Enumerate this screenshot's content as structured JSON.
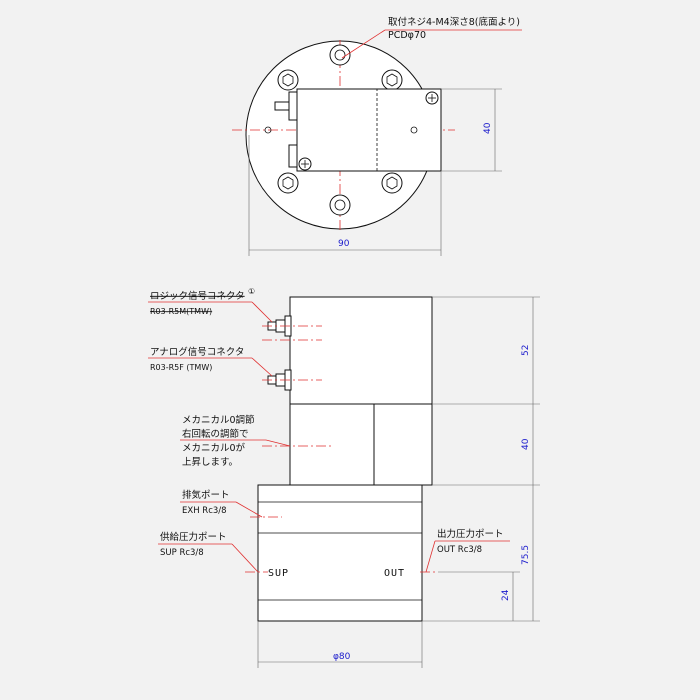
{
  "top_view": {
    "mount_note_line1": "取付ネジ4-M4深さ8(底面より)",
    "mount_note_line2": "PCDφ70",
    "dim_height": "40",
    "dim_width": "90"
  },
  "side_view": {
    "logic_connector_label": "ロジック信号コネクタ",
    "logic_connector_mark": "①",
    "logic_connector_model": "R03-R5M(TMW)",
    "analog_connector_label": "アナログ信号コネクタ",
    "analog_connector_model": "R03-R5F (TMW)",
    "mechanical_note_line1": "メカニカル0調節",
    "mechanical_note_line2": "右回転の調節で",
    "mechanical_note_line3": "メカニカル0が",
    "mechanical_note_line4": "上昇します。",
    "exhaust_label": "排気ポート",
    "exhaust_spec": "EXH  Rc3/8",
    "supply_label": "供給圧力ポート",
    "supply_spec": "SUP  Rc3/8",
    "output_label": "出力圧力ポート",
    "output_spec": "OUT  Rc3/8",
    "port_sup": "SUP",
    "port_out": "OUT",
    "dim_52": "52",
    "dim_40": "40",
    "dim_75_5": "75.5",
    "dim_24": "24",
    "dim_phi80": "φ80"
  }
}
